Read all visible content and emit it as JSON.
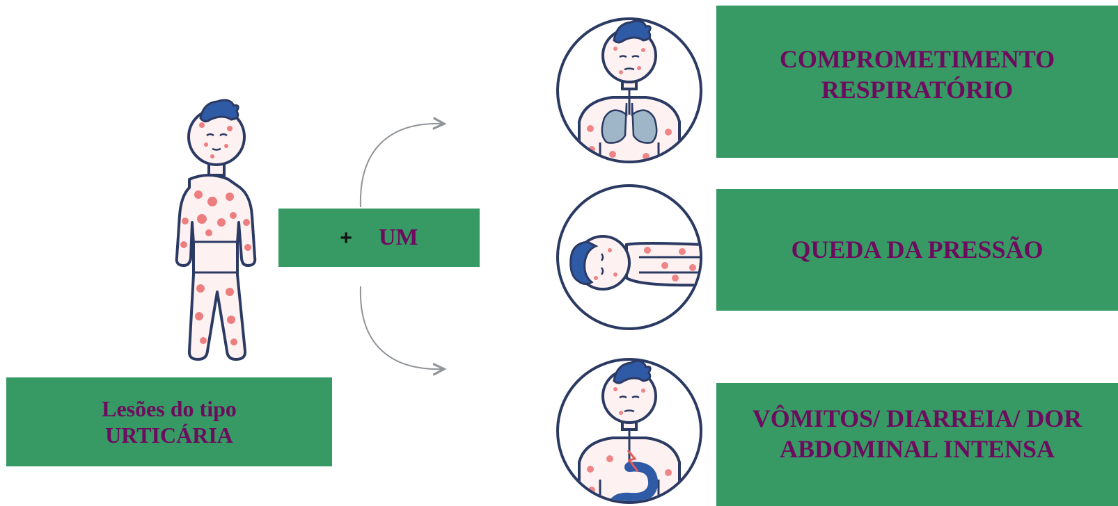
{
  "center_box": {
    "plus": "+",
    "label": "UM"
  },
  "left_box": {
    "line1": "Lesões do tipo",
    "line2": "URTICÁRIA"
  },
  "symptoms": [
    {
      "line1": "COMPROMETIMENTO",
      "line2": "RESPIRATÓRIO",
      "icon": "lungs-icon"
    },
    {
      "line1": "QUEDA DA PRESSÃO",
      "line2": "",
      "icon": "lying-child-icon"
    },
    {
      "line1": "VÔMITOS/ DIARREIA/ DOR",
      "line2": "ABDOMINAL INTENSA",
      "icon": "stomach-icon"
    }
  ],
  "colors": {
    "box_green": "#379a64",
    "text_purple": "#6d0c5f",
    "outline_navy": "#2b3a63",
    "hair_blue": "#2f5aa5",
    "rash_red": "#e8585a",
    "lung_blue": "#9fb6c8",
    "arrow_gray": "#8f9499"
  }
}
